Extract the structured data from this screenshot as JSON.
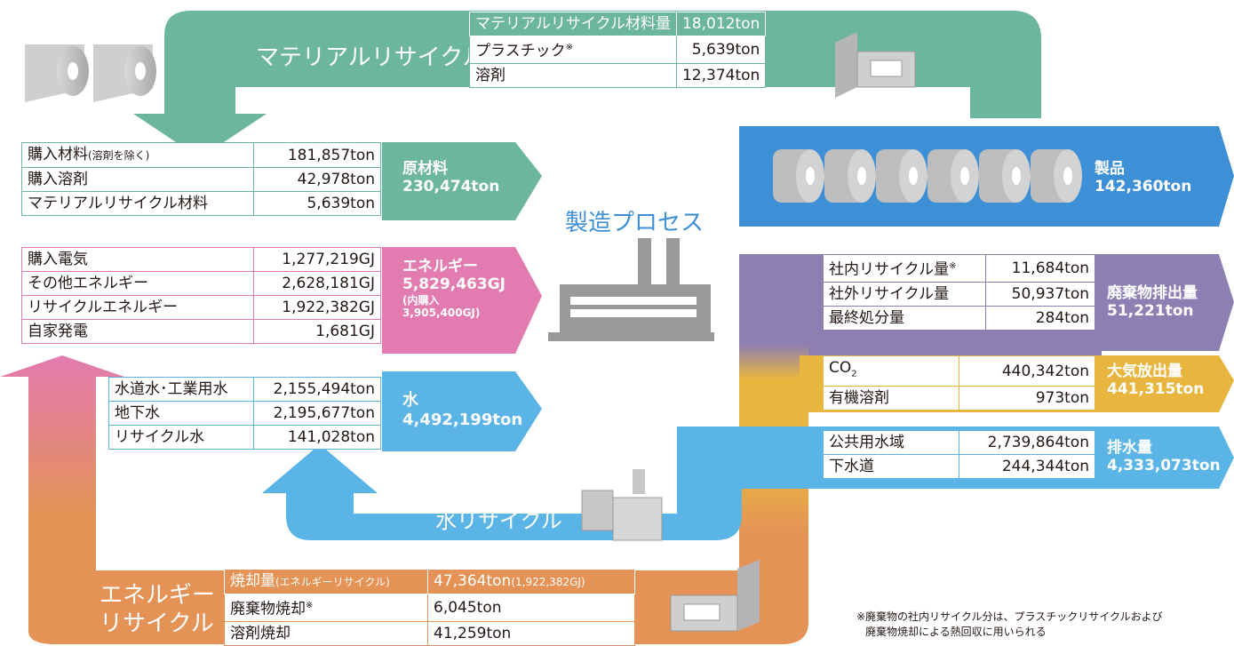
{
  "colors": {
    "green": "#6cb59e",
    "pink": "#e27bb0",
    "water": "#5bb4e6",
    "product": "#3d8fd6",
    "purple": "#8e7fb3",
    "gold": "#e8b53f",
    "orange": "#e49256",
    "gray": "#9e9e9e"
  },
  "labels": {
    "material_recycle": "マテリアルリサイクル",
    "manufacturing": "製造プロセス",
    "water_recycle": "水リサイクル",
    "energy_recycle_1": "エネルギー",
    "energy_recycle_2": "リサイクル"
  },
  "material_recycle_table": {
    "header": {
      "label": "マテリアルリサイクル材料量",
      "value": "18,012ton"
    },
    "rows": [
      {
        "label": "プラスチック",
        "mark": "※",
        "value": "5,639ton"
      },
      {
        "label": "溶剤",
        "mark": "",
        "value": "12,374ton"
      }
    ]
  },
  "raw_material": {
    "rows": [
      {
        "label": "購入材料",
        "note": "(溶剤を除く)",
        "value": "181,857ton"
      },
      {
        "label": "購入溶剤",
        "note": "",
        "value": "42,978ton"
      },
      {
        "label": "マテリアルリサイクル材料",
        "note": "",
        "value": "5,639ton"
      }
    ],
    "title": "原材料",
    "total": "230,474ton"
  },
  "energy": {
    "rows": [
      {
        "label": "購入電気",
        "value": "1,277,219GJ"
      },
      {
        "label": "その他エネルギー",
        "value": "2,628,181GJ"
      },
      {
        "label": "リサイクルエネルギー",
        "value": "1,922,382GJ"
      },
      {
        "label": "自家発電",
        "value": "1,681GJ"
      }
    ],
    "title": "エネルギー",
    "total": "5,829,463GJ",
    "sub1": "(内購入",
    "sub2": "3,905,400GJ)"
  },
  "water": {
    "rows": [
      {
        "label": "水道水･工業用水",
        "value": "2,155,494ton"
      },
      {
        "label": "地下水",
        "value": "2,195,677ton"
      },
      {
        "label": "リサイクル水",
        "value": "141,028ton"
      }
    ],
    "title": "水",
    "total": "4,492,199ton"
  },
  "product": {
    "title": "製品",
    "total": "142,360ton"
  },
  "waste": {
    "rows": [
      {
        "label": "社内リサイクル量",
        "mark": "※",
        "value": "11,684ton"
      },
      {
        "label": "社外リサイクル量",
        "mark": "",
        "value": "50,937ton"
      },
      {
        "label": "最終処分量",
        "mark": "",
        "value": "284ton"
      }
    ],
    "title": "廃棄物排出量",
    "total": "51,221ton"
  },
  "air": {
    "rows": [
      {
        "label": "CO",
        "sub": "2",
        "value": "440,342ton"
      },
      {
        "label": "有機溶剤",
        "sub": "",
        "value": "973ton"
      }
    ],
    "title": "大気放出量",
    "total": "441,315ton"
  },
  "drain": {
    "rows": [
      {
        "label": "公共用水域",
        "value": "2,739,864ton"
      },
      {
        "label": "下水道",
        "value": "244,344ton"
      }
    ],
    "title": "排水量",
    "total": "4,333,073ton"
  },
  "incineration": {
    "header": {
      "label": "焼却量",
      "note": "(エネルギーリサイクル)",
      "value": "47,364ton",
      "value_note": "(1,922,382GJ)"
    },
    "rows": [
      {
        "label": "廃棄物焼却",
        "mark": "※",
        "value": "6,045ton"
      },
      {
        "label": "溶剤焼却",
        "mark": "",
        "value": "41,259ton"
      }
    ]
  },
  "footnote": {
    "line1": "※廃棄物の社内リサイクル分は、プラスチックリサイクルおよび",
    "line2": "廃棄物焼却による熱回収に用いられる"
  }
}
